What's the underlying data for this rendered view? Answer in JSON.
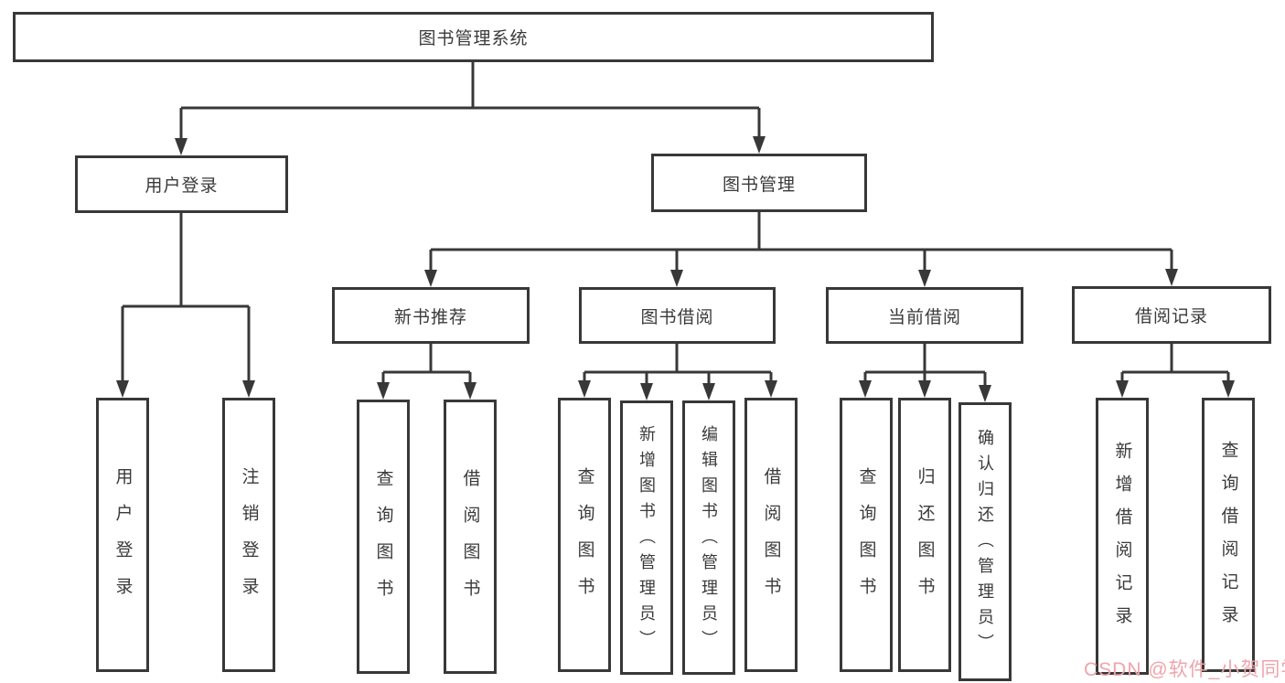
{
  "diagram": {
    "title": "图书管理系统",
    "nodes": {
      "root": {
        "label": "图书管理系统"
      },
      "user_login": {
        "label": "用户登录"
      },
      "book_mgmt": {
        "label": "图书管理"
      },
      "new_book_rec": {
        "label": "新书推荐"
      },
      "book_borrow": {
        "label": "图书借阅"
      },
      "current_borrow": {
        "label": "当前借阅"
      },
      "borrow_records": {
        "label": "借阅记录"
      },
      "leaf_user_login": {
        "label": "用户登录"
      },
      "leaf_logout": {
        "label": "注销登录"
      },
      "leaf_nb_query": {
        "label": "查询图书"
      },
      "leaf_nb_borrow": {
        "label": "借阅图书"
      },
      "leaf_bb_query": {
        "label": "查询图书"
      },
      "leaf_bb_add": {
        "label": "新增图书（管理员）"
      },
      "leaf_bb_edit": {
        "label": "编辑图书（管理员）"
      },
      "leaf_bb_borrow": {
        "label": "借阅图书"
      },
      "leaf_cb_query": {
        "label": "查询图书"
      },
      "leaf_cb_return": {
        "label": "归还图书"
      },
      "leaf_cb_confirm": {
        "label": "确认归还（管理员）"
      },
      "leaf_br_add": {
        "label": "新增借阅记录"
      },
      "leaf_br_query": {
        "label": "查询借阅记录"
      }
    },
    "hierarchy": {
      "图书管理系统": {
        "用户登录": [
          "用户登录",
          "注销登录"
        ],
        "图书管理": {
          "新书推荐": [
            "查询图书",
            "借阅图书"
          ],
          "图书借阅": [
            "查询图书",
            "新增图书（管理员）",
            "编辑图书（管理员）",
            "借阅图书"
          ],
          "当前借阅": [
            "查询图书",
            "归还图书",
            "确认归还（管理员）"
          ],
          "借阅记录": [
            "新增借阅记录",
            "查询借阅记录"
          ]
        }
      }
    },
    "colors": {
      "line": "#383838",
      "border": "#383838",
      "text": "#3a3a3a",
      "background": "#ffffff"
    }
  },
  "watermark": {
    "text": "CSDN @软件_小贺同学",
    "color": "#efa4ab"
  }
}
